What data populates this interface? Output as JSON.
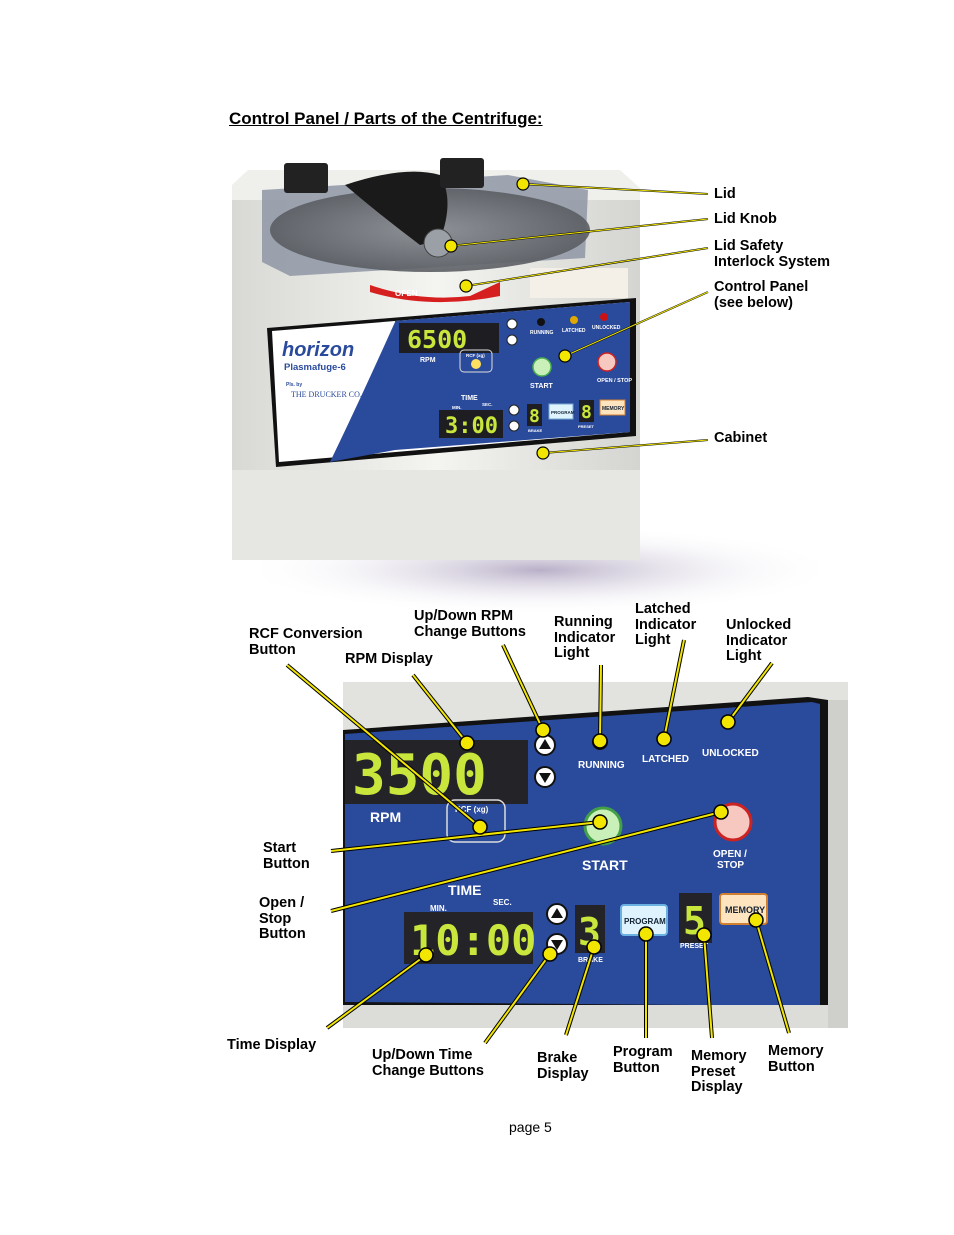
{
  "heading": "Control Panel / Parts of the Centrifuge:",
  "page_number": "page 5",
  "top_labels": {
    "lid": "Lid",
    "lid_knob": "Lid Knob",
    "lid_safety": "Lid Safety\nInterlock System",
    "control_panel": "Control Panel\n(see below)",
    "cabinet": "Cabinet"
  },
  "bottom_labels": {
    "rcf_conversion": "RCF Conversion\nButton",
    "rpm_display": "RPM Display",
    "up_down_rpm": "Up/Down RPM\nChange Buttons",
    "running_light": "Running\nIndicator\nLight",
    "latched_light": "Latched\nIndicator\nLight",
    "unlocked_light": "Unlocked\nIndicator\nLight",
    "start_button": "Start\nButton",
    "open_stop_button": "Open /\nStop\nButton",
    "time_display": "Time Display",
    "up_down_time": "Up/Down Time\nChange Buttons",
    "brake_display": "Brake\nDisplay",
    "program_button": "Program\nButton",
    "memory_preset_display": "Memory\nPreset\nDisplay",
    "memory_button": "Memory\nButton"
  },
  "device_top": {
    "brand": "horizon",
    "model": "Plasmafuge-6",
    "maker_prefix": "Pls. by",
    "maker": "THE DRUCKER CO.",
    "rpm_value": "6500",
    "rpm_label": "RPM",
    "rcf_label": "RCF (xg)",
    "time_title": "TIME",
    "min_label": "MIN.",
    "sec_label": "SEC.",
    "time_value": "3:00",
    "brake_value": "8",
    "brake_label": "BRAKE",
    "preset_value": "8",
    "preset_label": "PRESET",
    "program_label": "PROGRAM",
    "memory_label": "MEMORY",
    "running_label": "RUNNING",
    "latched_label": "LATCHED",
    "unlocked_label": "UNLOCKED",
    "start_label": "START",
    "open_stop_label": "OPEN /\nSTOP",
    "lid_sticker": "OPEN"
  },
  "device_zoom": {
    "rpm_value": "3500",
    "rpm_label": "RPM",
    "rcf_label": "RCF (xg)",
    "running_label": "RUNNING",
    "latched_label": "LATCHED",
    "unlocked_label": "UNLOCKED",
    "start_label": "START",
    "open_label": "OPEN /",
    "stop_label": "STOP",
    "time_title": "TIME",
    "min_label": "MIN.",
    "sec_label": "SEC.",
    "time_value": "10:00",
    "brake_value": "3",
    "brake_label": "BRAKE",
    "preset_value": "5",
    "preset_label": "PRESET",
    "program_label": "PROGRAM",
    "memory_label": "MEMORY"
  },
  "colors": {
    "panel_blue": "#2a4a9c",
    "display_green": "#c8e63c",
    "callout_yellow": "#f2e600",
    "unlocked_red": "#cc1111",
    "latched_amber": "#e0a800",
    "start_green": "#c8f0b8",
    "stop_pink": "#f6c8c0"
  }
}
